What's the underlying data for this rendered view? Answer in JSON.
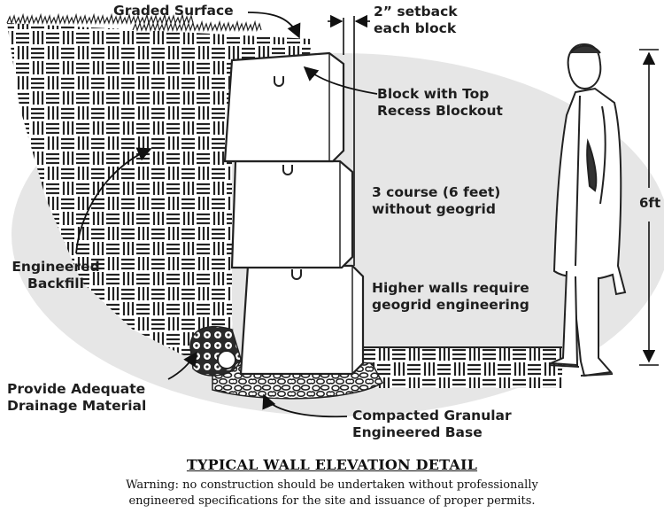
{
  "labels": {
    "graded_surface": "Graded Surface",
    "setback": "2” setback\neach block",
    "block_top_recess": "Block with Top\nRecess Blockout",
    "three_course": "3 course (6 feet)\nwithout geogrid",
    "higher_walls": "Higher walls require\ngeogrid engineering",
    "engineered_backfill": "Engineered\nBackfill",
    "drainage": "Provide Adequate\nDrainage Material",
    "compacted_base": "Compacted Granular\nEngineered Base",
    "height": "6ft"
  },
  "title": "TYPICAL WALL ELEVATION DETAIL",
  "warning": "Warning: no construction should be undertaken without professionally\nengineered specifications for the site and issuance of proper permits."
}
